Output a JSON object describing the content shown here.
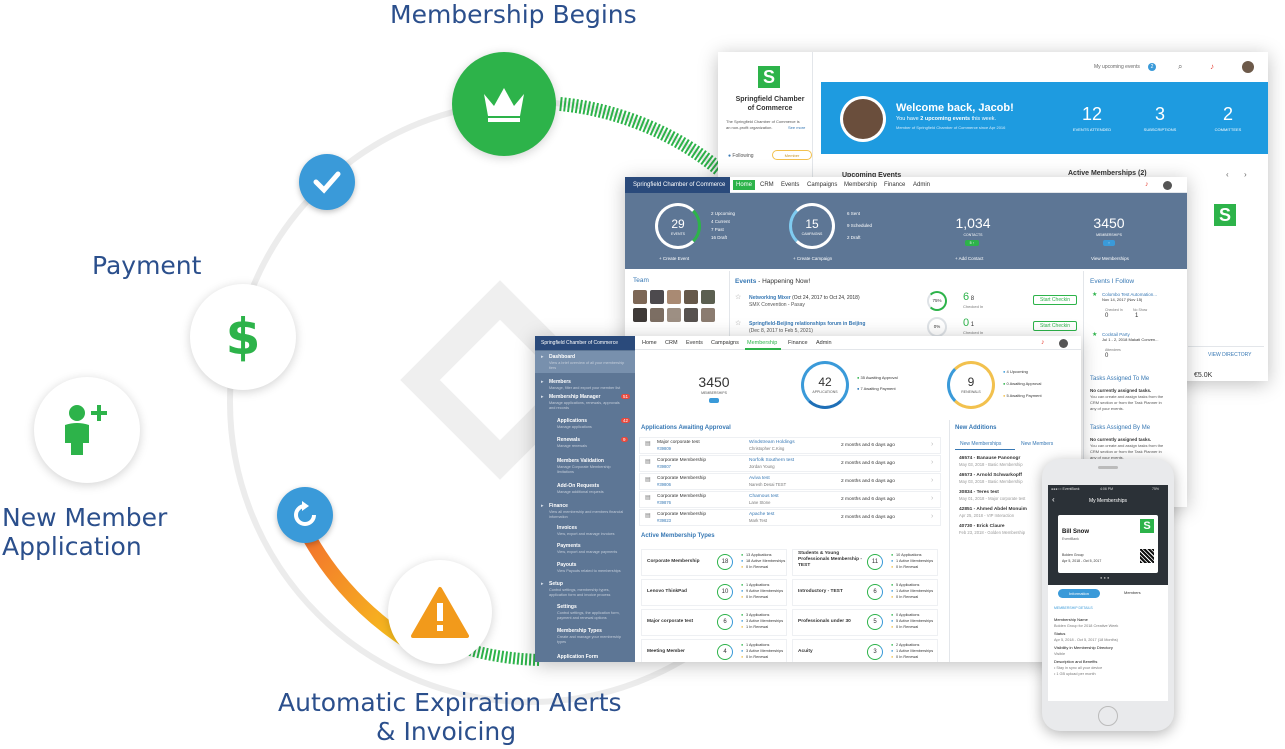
{
  "lifecycle": {
    "membership_begins": "Membership Begins",
    "payment": "Payment",
    "new_member": [
      "New Member",
      "Application"
    ],
    "automatic": [
      "Automatic Expiration Alerts",
      "& Invoicing"
    ]
  },
  "colors": {
    "label": "#2b4f8c",
    "green": "#2db34a",
    "blue": "#3a9ad9",
    "orange": "#f29a1b",
    "slate": "#5d7695",
    "navy": "#2a4a7b"
  },
  "back_screen": {
    "logo": "S",
    "org_name": [
      "Springfield Chamber",
      "of Commerce"
    ],
    "org_desc": [
      "The Springfield Chamber of Commerce is",
      "an non-profit organization."
    ],
    "see_more": "See more",
    "following": "Following",
    "member_label": "Member",
    "upcoming_events": "My upcoming events",
    "upcoming_count": "2",
    "welcome": "Welcome back, Jacob!",
    "welcome_sub_a": "You have ",
    "welcome_sub_b": "2 upcoming events",
    "welcome_sub_c": " this week.",
    "member_since": "Member of Springfield Chamber of Commerce since Apr 2016",
    "stats": [
      {
        "value": "12",
        "label": "EVENTS ATTENDED"
      },
      {
        "value": "3",
        "label": "SUBSCRIPTIONS"
      },
      {
        "value": "2",
        "label": "COMMITTEES"
      }
    ],
    "upcoming_events_header": "Upcoming Events",
    "active_memberships_header": "Active Memberships (2)",
    "view_directory": "VIEW DIRECTORY",
    "partial_value": "€5.0K"
  },
  "mid_screen": {
    "brand": "Springfield Chamber of Commerce",
    "nav": [
      "Home",
      "CRM",
      "Events",
      "Campaigns",
      "Membership",
      "Finance",
      "Admin"
    ],
    "stats": [
      {
        "value": "29",
        "label": "EVENTS",
        "legend": [
          "2 Upcoming",
          "4 Current",
          "7 Past",
          "16 Draft"
        ],
        "link": "+ Create Event"
      },
      {
        "value": "15",
        "label": "CAMPAIGNS",
        "legend": [
          "6 Sent",
          "9 Scheduled",
          "2 Draft"
        ],
        "link": "+ Create Campaign"
      },
      {
        "value": "1,034",
        "label": "CONTACTS",
        "pill": "5 ↑",
        "link": "+ Add Contact"
      },
      {
        "value": "3450",
        "label": "MEMBERSHIPS",
        "pill": "↑",
        "link": "View Memberships"
      }
    ],
    "team_header": "Team",
    "events_header_a": "Events",
    "events_header_b": " - Happening Now!",
    "events": [
      {
        "title": "Networking Mixer",
        "dates": "(Oct 24, 2017 to Oct 24, 2018)",
        "sub": "SMX Convention - Pasay",
        "ring": "75%",
        "big": "6",
        "small": "8",
        "caption": "Checked In",
        "action": "Start Checkin"
      },
      {
        "title": "Springfield-Beijing relationships forum in Beijing",
        "dates": "",
        "sub": "(Dec 8, 2017 to Feb 5, 2021)",
        "ring": "0%",
        "big": "0",
        "small": "1",
        "caption": "Checked In",
        "action": "Start Checkin"
      }
    ],
    "events_follow_header": "Events I Follow",
    "follow": [
      {
        "title": "Colombo Test Automation...",
        "date": "Nov 14, 2017 (Nov 15)",
        "a": "0",
        "b": "1",
        "a_label": "Checked In",
        "b_label": "No Show"
      },
      {
        "title": "Cocktail Party",
        "date": "Jul 1 - 2, 2018   Makati Conven...",
        "a": "0",
        "b": "",
        "a_label": "Attendees",
        "b_label": ""
      }
    ],
    "tasks_me": "Tasks Assigned To Me",
    "tasks_me_none": "No currently assigned tasks.",
    "tasks_me_desc": [
      "You can create and assign tasks from the",
      "CRM section or from the Task Planner in",
      "any of your events."
    ],
    "tasks_by_me": "Tasks Assigned By Me",
    "tasks_by_me_none": "No currently assigned tasks.",
    "tasks_by_me_desc": [
      "You can create and assign tasks from the",
      "CRM section or from the Task Planner in",
      "any of your events."
    ]
  },
  "front_screen": {
    "brand": "Springfield Chamber of Commerce",
    "nav": [
      "Home",
      "CRM",
      "Events",
      "Campaigns",
      "Membership",
      "Finance",
      "Admin"
    ],
    "sidebar": [
      {
        "label": "Dashboard",
        "desc": "View a brief overview of all your membership tiers",
        "badge": ""
      },
      {
        "label": "Members",
        "desc": "Manage, filter and export your member list",
        "badge": ""
      },
      {
        "label": "Membership Manager",
        "desc": "Manage applications, renewals, approvals and records",
        "badge": "51"
      },
      {
        "label": "Applications",
        "desc": "Manage applications",
        "badge": "42"
      },
      {
        "label": "Renewals",
        "desc": "Manage renewals",
        "badge": "9"
      },
      {
        "label": "Members Validation",
        "desc": "Manage Corporate Membership limitations",
        "badge": ""
      },
      {
        "label": "Add-On Requests",
        "desc": "Manage additional requests",
        "badge": ""
      },
      {
        "label": "Finance",
        "desc": "View all membership and members financial information",
        "badge": ""
      },
      {
        "label": "Invoices",
        "desc": "View, export and manage invoices",
        "badge": ""
      },
      {
        "label": "Payments",
        "desc": "View, export and manage payments",
        "badge": ""
      },
      {
        "label": "Payouts",
        "desc": "View Payouts related to memberships",
        "badge": ""
      },
      {
        "label": "Setup",
        "desc": "Control settings, membership types, application form and invoice process",
        "badge": ""
      },
      {
        "label": "Settings",
        "desc": "Control settings, the application form, payment and renewal options",
        "badge": ""
      },
      {
        "label": "Membership Types",
        "desc": "Create and manage your membership types",
        "badge": ""
      },
      {
        "label": "Application Form",
        "desc": "",
        "badge": ""
      }
    ],
    "memberships": {
      "value": "3450",
      "label": "MEMBERSHIPS"
    },
    "applications": {
      "value": "42",
      "label": "APPLICATIONS",
      "legend": [
        "35 Awaiting Approval",
        "7 Awaiting Payment"
      ]
    },
    "renewals": {
      "value": "9",
      "label": "RENEWALS",
      "legend": [
        "4 Upcoming",
        "0 Awaiting Approval",
        "5 Awaiting Payment"
      ]
    },
    "apps_header": "Applications Awaiting Approval",
    "apps": [
      {
        "type": "Major corporate test",
        "id": "#39809",
        "org": "Windstream Holdings",
        "person": "Christopher C.King",
        "age": "2 months and 6 days ago"
      },
      {
        "type": "Corporate Membership",
        "id": "#39807",
        "org": "Norfolk Southern test",
        "person": "Jordan Young",
        "age": "2 months and 6 days ago"
      },
      {
        "type": "Corporate Membership",
        "id": "#39806",
        "org": "Aviva test",
        "person": "Naresh Desai TEST",
        "age": "2 months and 6 days ago"
      },
      {
        "type": "Corporate Membership",
        "id": "#39876",
        "org": "Chamous test",
        "person": "Lane Stone",
        "age": "2 months and 6 days ago"
      },
      {
        "type": "Corporate Membership",
        "id": "#39823",
        "org": "Apache test",
        "person": "Mark Test",
        "age": "2 months and 6 days ago"
      }
    ],
    "active_header": "Active Membership Types",
    "active_left": [
      {
        "name": "Corporate Membership",
        "count": "18",
        "lines": [
          "13 Applications",
          "18 Active Memberships",
          "0 In Renewal"
        ]
      },
      {
        "name": "Lenovo ThinkPad",
        "count": "10",
        "lines": [
          "1 Applications",
          "9 Active Memberships",
          "0 In Renewal"
        ]
      },
      {
        "name": "Major corporate test",
        "count": "6",
        "lines": [
          "3 Applications",
          "3 Active Memberships",
          "1 In Renewal"
        ]
      },
      {
        "name": "Meeting Member",
        "count": "4",
        "lines": [
          "1 Applications",
          "3 Active Memberships",
          "0 In Renewal"
        ]
      }
    ],
    "active_right": [
      {
        "name": "Students & Young Professionals Membership - TEST",
        "count": "11",
        "lines": [
          "10 Applications",
          "1 Active Memberships",
          "0 In Renewal"
        ]
      },
      {
        "name": "Introductory - TEST",
        "count": "6",
        "lines": [
          "5 Applications",
          "1 Active Memberships",
          "0 In Renewal"
        ]
      },
      {
        "name": "Professionals under 30",
        "count": "5",
        "lines": [
          "0 Applications",
          "5 Active Memberships",
          "0 In Renewal"
        ]
      },
      {
        "name": "Acuity",
        "count": "3",
        "lines": [
          "2 Applications",
          "1 Active Memberships",
          "0 In Renewal"
        ]
      }
    ],
    "new_additions": "New Additions",
    "tabs": [
      "New Memberships",
      "New Members"
    ],
    "additions": [
      {
        "title": "46574 - Banause Panonogr",
        "sub": "May 03, 2018 - Basic Membership"
      },
      {
        "title": "46573 - Arnold Schwarkopff",
        "sub": "May 03, 2018 - Basic Membership"
      },
      {
        "title": "30834 - Teres test",
        "sub": "May 01, 2018 - Major corporate test"
      },
      {
        "title": "42851 - Ahmed Abdel Monuim",
        "sub": "Apr 25, 2018 - VIP Interaction"
      },
      {
        "title": "40730 - Erick Claure",
        "sub": "Feb 23, 2018 - Golden Membership"
      }
    ]
  },
  "phone": {
    "carrier": "●●●○○ EventBank",
    "time": "4:06 PM",
    "battery": "75%",
    "title": "My Memberships",
    "name": "Bill Snow",
    "company": "EventBank",
    "group": "Bolden Group",
    "dates": "Apr 5, 2018 - Oct 5, 2017",
    "tab_info": "Information",
    "tab_members": "Members",
    "section": "MEMBERSHIP DETAILS",
    "fields": [
      {
        "label": "Membership Name",
        "value": "Bolden Group for 2018 Creative Week"
      },
      {
        "label": "Status",
        "value": "Apr 5, 2018 - Oct 5, 2017 (18 Months)"
      },
      {
        "label": "Visibility in Membership Directory",
        "value": "Visible"
      },
      {
        "label": "Description and Benefits",
        "value": "• Stay in sync all your device"
      },
      {
        "label": "",
        "value": "• 1 GB upload per month"
      }
    ]
  }
}
